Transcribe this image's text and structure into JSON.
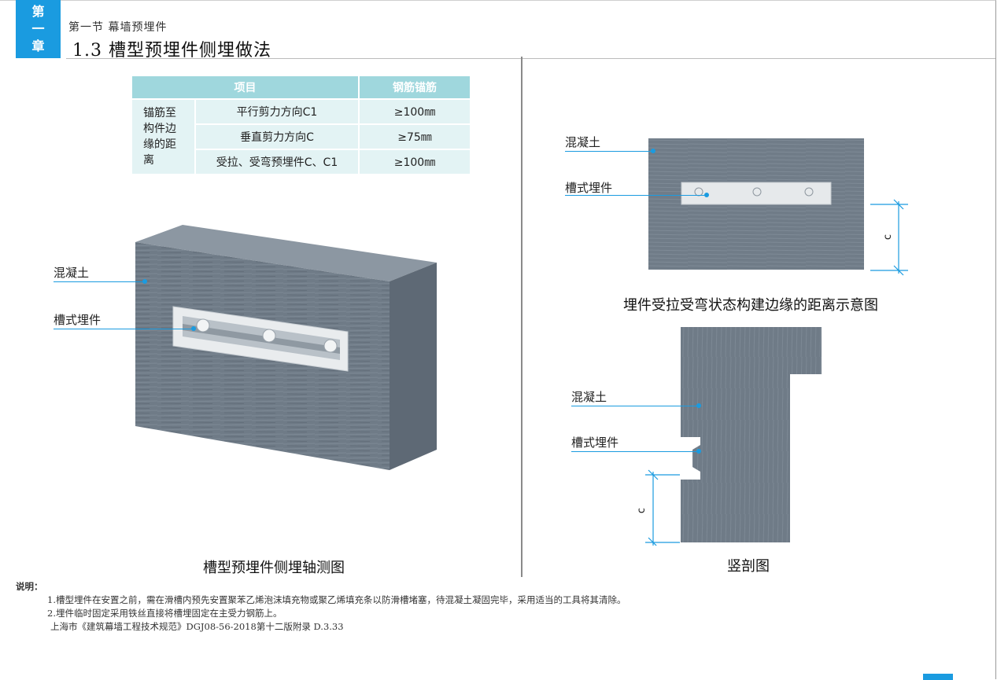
{
  "chapter": {
    "chars": [
      "第",
      "一",
      "章"
    ]
  },
  "section": {
    "subtitle": "第一节  幕墙预埋件",
    "title": "1.3 槽型预埋件侧埋做法"
  },
  "table": {
    "headers": [
      "项目",
      "钢筋锚筋"
    ],
    "row_header": [
      "锚筋至",
      "构件边",
      "缘的距",
      "离"
    ],
    "rows": [
      {
        "item": "平行剪力方向C1",
        "value": "≥100㎜"
      },
      {
        "item": "垂直剪力方向C",
        "value": "≥75㎜"
      },
      {
        "item": "受拉、受弯预埋件C、C1",
        "value": "≥100㎜"
      }
    ]
  },
  "left_figure": {
    "concrete_label": "混凝土",
    "embed_label": "槽式埋件",
    "caption": "槽型预埋件侧埋轴测图"
  },
  "right_top_figure": {
    "concrete_label": "混凝土",
    "embed_label": "槽式埋件",
    "dim": "c",
    "caption": "埋件受拉受弯状态构建边缘的距离示意图"
  },
  "right_bottom_figure": {
    "concrete_label": "混凝土",
    "embed_label": "槽式埋件",
    "dim": "c",
    "caption": "竖剖图"
  },
  "notes": {
    "heading": "说明：",
    "lines": [
      "1.槽型埋件在安置之前，需在滑槽内预先安置聚苯乙烯泡沫填充物或聚乙烯填充条以防滑槽堵塞，待混凝土凝固完毕，采用适当的工具将其清除。",
      "2.埋件临时固定采用铁丝直接将槽埋固定在主受力钢筋上。",
      "上海市《建筑幕墙工程技术规范》DGJ08-56-2018第十二版附录 D.3.33"
    ]
  },
  "colors": {
    "accent": "#1a9be0",
    "table_header": "#9fd7dd",
    "table_cell": "#e3f3f4",
    "concrete": "#6e7a86"
  }
}
